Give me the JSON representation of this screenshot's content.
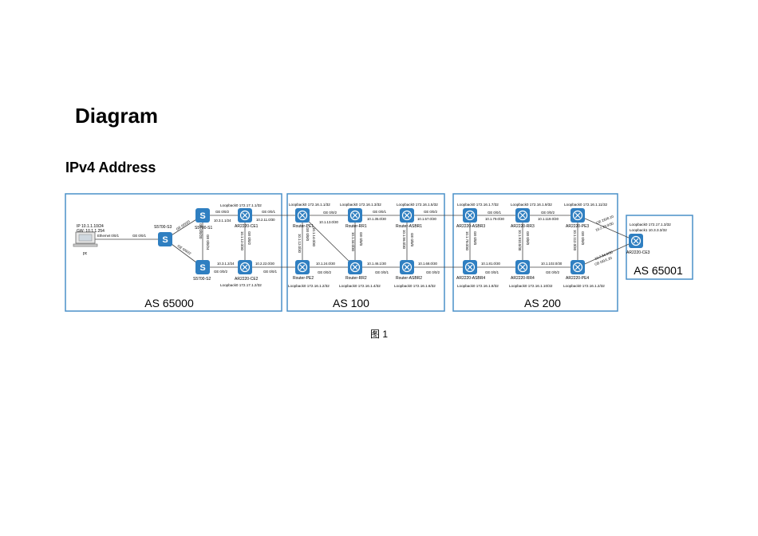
{
  "headings": {
    "title": "Diagram",
    "section": "IPv4 Address"
  },
  "caption": "图 1",
  "as_boxes": [
    {
      "label": "AS 65000"
    },
    {
      "label": "AS 100"
    },
    {
      "label": "AS 200"
    },
    {
      "label": "AS 65001"
    }
  ],
  "pc": {
    "name": "pc",
    "ip_line": "IP 10.1.1.10/24",
    "gw_line": "GW: 10.1.1.254"
  },
  "devices": {
    "s3": "S5700-S3",
    "s1": "S5700-S1",
    "s2": "S5700-S2",
    "ce1": "AR2220-CE1",
    "ce2": "AR2220-CE2",
    "pe1": "Router-PE1",
    "pe2": "Router-PE2",
    "rr1": "Router-RR1",
    "rr2": "Router-RR2",
    "asbr1": "Router-ASBR1",
    "asbr2": "Router-ASBR2",
    "asbr3": "AR2220-ASBR3",
    "asbr4": "AR2220-ASBR4",
    "rr3": "AR2220-RR3",
    "rr4": "AR2220-RR4",
    "pe3": "AR2220-PE3",
    "pe4": "AR2220-PE4",
    "ce3": "AR2220-CE3"
  },
  "loopbacks": {
    "ce1": "Loopback0 172.17.1.1/32",
    "ce2": "Loopback0 172.17.1.2/32",
    "pe1": "Loopback0 172.16.1.1/32",
    "rr1": "Loopback0 172.16.1.3/32",
    "asbr1": "Loopback0 172.16.1.5/32",
    "pe2": "Loopback0 172.16.1.2/32",
    "rr2": "Loopback0 172.16.1.4/32",
    "asbr2": "Loopback0 172.16.1.6/32",
    "asbr3": "Loopback0 172.16.1.7/32",
    "rr3": "Loopback0 172.16.1.9/32",
    "pe3": "Loopback0 172.16.1.11/32",
    "asbr4": "Loopback0 172.16.1.8/32",
    "rr4": "Loopback0 172.16.1.10/32",
    "pe4": "Loopback0 172.16.1.2/32",
    "ce3_a": "Loopback0 172.17.1.3/32",
    "ce3_b": "Loopback1 10.3.3.3/32"
  },
  "labels": {
    "pc_eth": "Ethernet 0/0/1",
    "s3_ge1": "GE 0/0/1",
    "s3_s1": "GE 0/0/20",
    "s3_s2": "GE 0/0/22",
    "s1_s2_a": "GE 0/0/20",
    "s1_s2_b": "GE 0/0/24",
    "s1_ge2": "GE 0/0/2",
    "s1_net": "10.3.1.1/24",
    "ce1_ge1": "GE 0/0/1",
    "ce1_net": "10.2.11.0/30",
    "ce1_ce2_a": "GE 0/0/2",
    "ce1_ce2_b": "10.1.12.0/30",
    "s2_net": "10.3.1.2/24",
    "s2_ge0": "GE 0/0/2",
    "ce2_net": "10.2.22.0/30",
    "ce2_ge1": "GE 0/0/1",
    "pe1_ge2": "GE 0/0/2",
    "pe1_rr1_net": "10.1.13.0/30",
    "rr1_ge1": "GE 0/0/1",
    "rr1_asbr1_net": "10.1.35.0/30",
    "asbr1_ge2": "GE 0/0/2",
    "asbr1_net": "10.1.57.0/30",
    "pe1_pe2_a": "10.1.12.0/30",
    "pe1_pe2_b": "GE 0/0/0",
    "pe1_rr2": "10.1.14.0/30",
    "rr1_rr2_a": "GE 0/0/0",
    "rr1_rr2_b": "10.1.34.0/30",
    "asbr1_asbr2_a": "GE 0/0/0",
    "asbr1_asbr2_b": "10.1.56.0/30",
    "pe2_net": "10.1.24.0/30",
    "pe2_ge2": "GE 0/0/2",
    "rr2_net": "10.1.46.1/30",
    "rr2_ge1": "GE 0/0/1",
    "asbr2_net": "10.1.68.0/30",
    "asbr2_ge2": "GE 0/0/2",
    "asbr3_ge1": "GE 0/0/1",
    "asbr3_rr3_net": "10.1.79.0/30",
    "rr3_ge2": "GE 0/0/2",
    "rr3_pe3_net": "10.1.119.0/30",
    "asbr3_asbr4_a": "10.1.78.0/30",
    "asbr3_asbr4_b": "GE 0/0/0",
    "rr3_rr4_a": "GE 0/0/0",
    "rr3_rr4_b": "10.1.910.0/30",
    "pe3_pe4_a": "GE 0/0/0",
    "pe3_pe4_b": "10.1.112.0/30",
    "asbr4_net": "10.1.81.0/30",
    "asbr4_ge1": "GE 0/0/1",
    "rr4_net": "10.1.102.0/30",
    "rr4_ge2": "GE 0/0/2",
    "pe3_ce3_a": "GE 2/0/0.10",
    "pe3_ce3_b": "10.2.33.0/30",
    "pe4_ce3_a": "10.2.34.0/30",
    "pe4_ce3_b": "GE 0/0/1.20"
  }
}
